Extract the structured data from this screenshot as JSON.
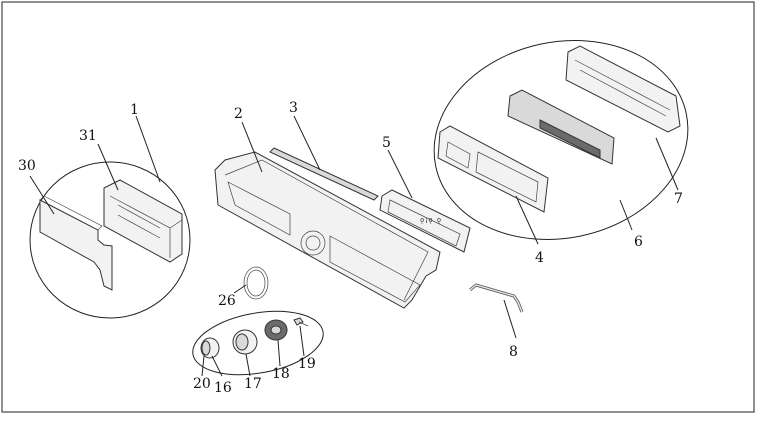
{
  "callouts": [
    {
      "id": "1",
      "text": "1"
    },
    {
      "id": "2",
      "text": "2"
    },
    {
      "id": "3",
      "text": "3"
    },
    {
      "id": "4",
      "text": "4"
    },
    {
      "id": "5",
      "text": "5"
    },
    {
      "id": "6",
      "text": "6"
    },
    {
      "id": "7",
      "text": "7"
    },
    {
      "id": "8",
      "text": "8"
    },
    {
      "id": "16",
      "text": "16"
    },
    {
      "id": "17",
      "text": "17"
    },
    {
      "id": "18",
      "text": "18"
    },
    {
      "id": "19",
      "text": "19"
    },
    {
      "id": "20",
      "text": "20"
    },
    {
      "id": "26",
      "text": "26"
    },
    {
      "id": "30",
      "text": "30"
    },
    {
      "id": "31",
      "text": "31"
    }
  ],
  "panel_label": "ǫ¡ǫ ǫ"
}
